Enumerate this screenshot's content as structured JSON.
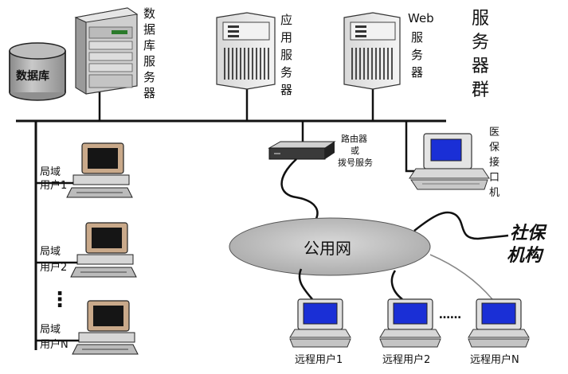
{
  "labels": {
    "database": "数据库",
    "db_server": "数据库服务器",
    "app_server": "应用服务器",
    "web_server_line1": "Web",
    "web_server_line2": "服务器",
    "server_group": "服务器群",
    "router_line1": "路由器",
    "router_line2": "或",
    "router_line3": "拨号服务",
    "medical_insurance": "医保接口机",
    "public_network": "公用网",
    "social_security_line1": "社保",
    "social_security_line2": "机构",
    "lan_user1_line1": "局域",
    "lan_user1_line2": "用户1",
    "lan_user2_line1": "局域",
    "lan_user2_line2": "用户2",
    "lan_userN_line1": "局域",
    "lan_userN_line2": "用户N",
    "lan_ellipsis": "⋮",
    "remote_user1": "远程用户1",
    "remote_user2": "远程用户2",
    "remote_userN": "远程用户N",
    "remote_ellipsis": "……"
  }
}
